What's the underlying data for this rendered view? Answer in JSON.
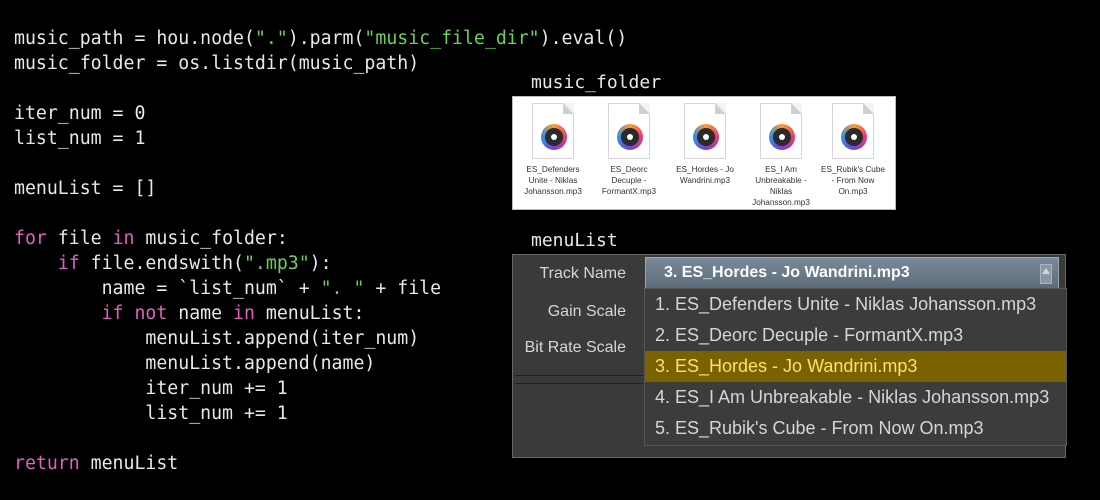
{
  "code": {
    "l1a": "music_path = hou.node(",
    "l1s1": "\".\"",
    "l1b": ").parm(",
    "l1s2": "\"music_file_dir\"",
    "l1c": ").eval()",
    "l2": "music_folder = os.listdir(music_path)",
    "l4": "iter_num = 0",
    "l5": "list_num = 1",
    "l7": "menuList = []",
    "l9_kw1": "for",
    "l9_a": " file ",
    "l9_kw2": "in",
    "l9_b": " music_folder:",
    "l10_kw": "if",
    "l10_a": " file.endswith(",
    "l10_s": "\".mp3\"",
    "l10_b": "):",
    "l11_a": "name = `list_num` + ",
    "l11_s": "\". \"",
    "l11_b": " + file",
    "l12_kw1": "if",
    "l12_kw2": "not",
    "l12_a": " name ",
    "l12_kw3": "in",
    "l12_b": " menuList:",
    "l13": "menuList.append(iter_num)",
    "l14": "menuList.append(name)",
    "l15": "iter_num += 1",
    "l16": "list_num += 1",
    "l18_kw": "return",
    "l18_a": " menuList"
  },
  "labels": {
    "music_folder": "music_folder",
    "menu_list": "menuList"
  },
  "explorer": {
    "files": [
      {
        "icon": "music-file-icon",
        "name": "ES_Defenders Unite - Niklas Johansson.mp3"
      },
      {
        "icon": "music-file-icon",
        "name": "ES_Deorc Decuple - FormantX.mp3"
      },
      {
        "icon": "music-file-icon",
        "name": "ES_Hordes - Jo Wandrini.mp3"
      },
      {
        "icon": "music-file-icon",
        "name": "ES_I Am Unbreakable - Niklas Johansson.mp3"
      },
      {
        "icon": "music-file-icon",
        "name": "ES_Rubik's Cube - From Now On.mp3"
      }
    ]
  },
  "panel": {
    "track_name_label": "Track Name",
    "gain_scale_label": "Gain Scale",
    "bit_rate_scale_label": "Bit Rate Scale",
    "selected_value": "3. ES_Hordes - Jo Wandrini.mp3",
    "options": [
      "1. ES_Defenders Unite - Niklas Johansson.mp3",
      "2. ES_Deorc Decuple - FormantX.mp3",
      "3. ES_Hordes - Jo Wandrini.mp3",
      "4. ES_I Am Unbreakable - Niklas Johansson.mp3",
      "5. ES_Rubik's Cube - From Now On.mp3"
    ],
    "selected_index": 2
  },
  "colors": {
    "background": "#000000",
    "keyword": "#e060c0",
    "string": "#6cd15a",
    "highlight_bg": "#7a6200",
    "highlight_text": "#ffe066"
  }
}
